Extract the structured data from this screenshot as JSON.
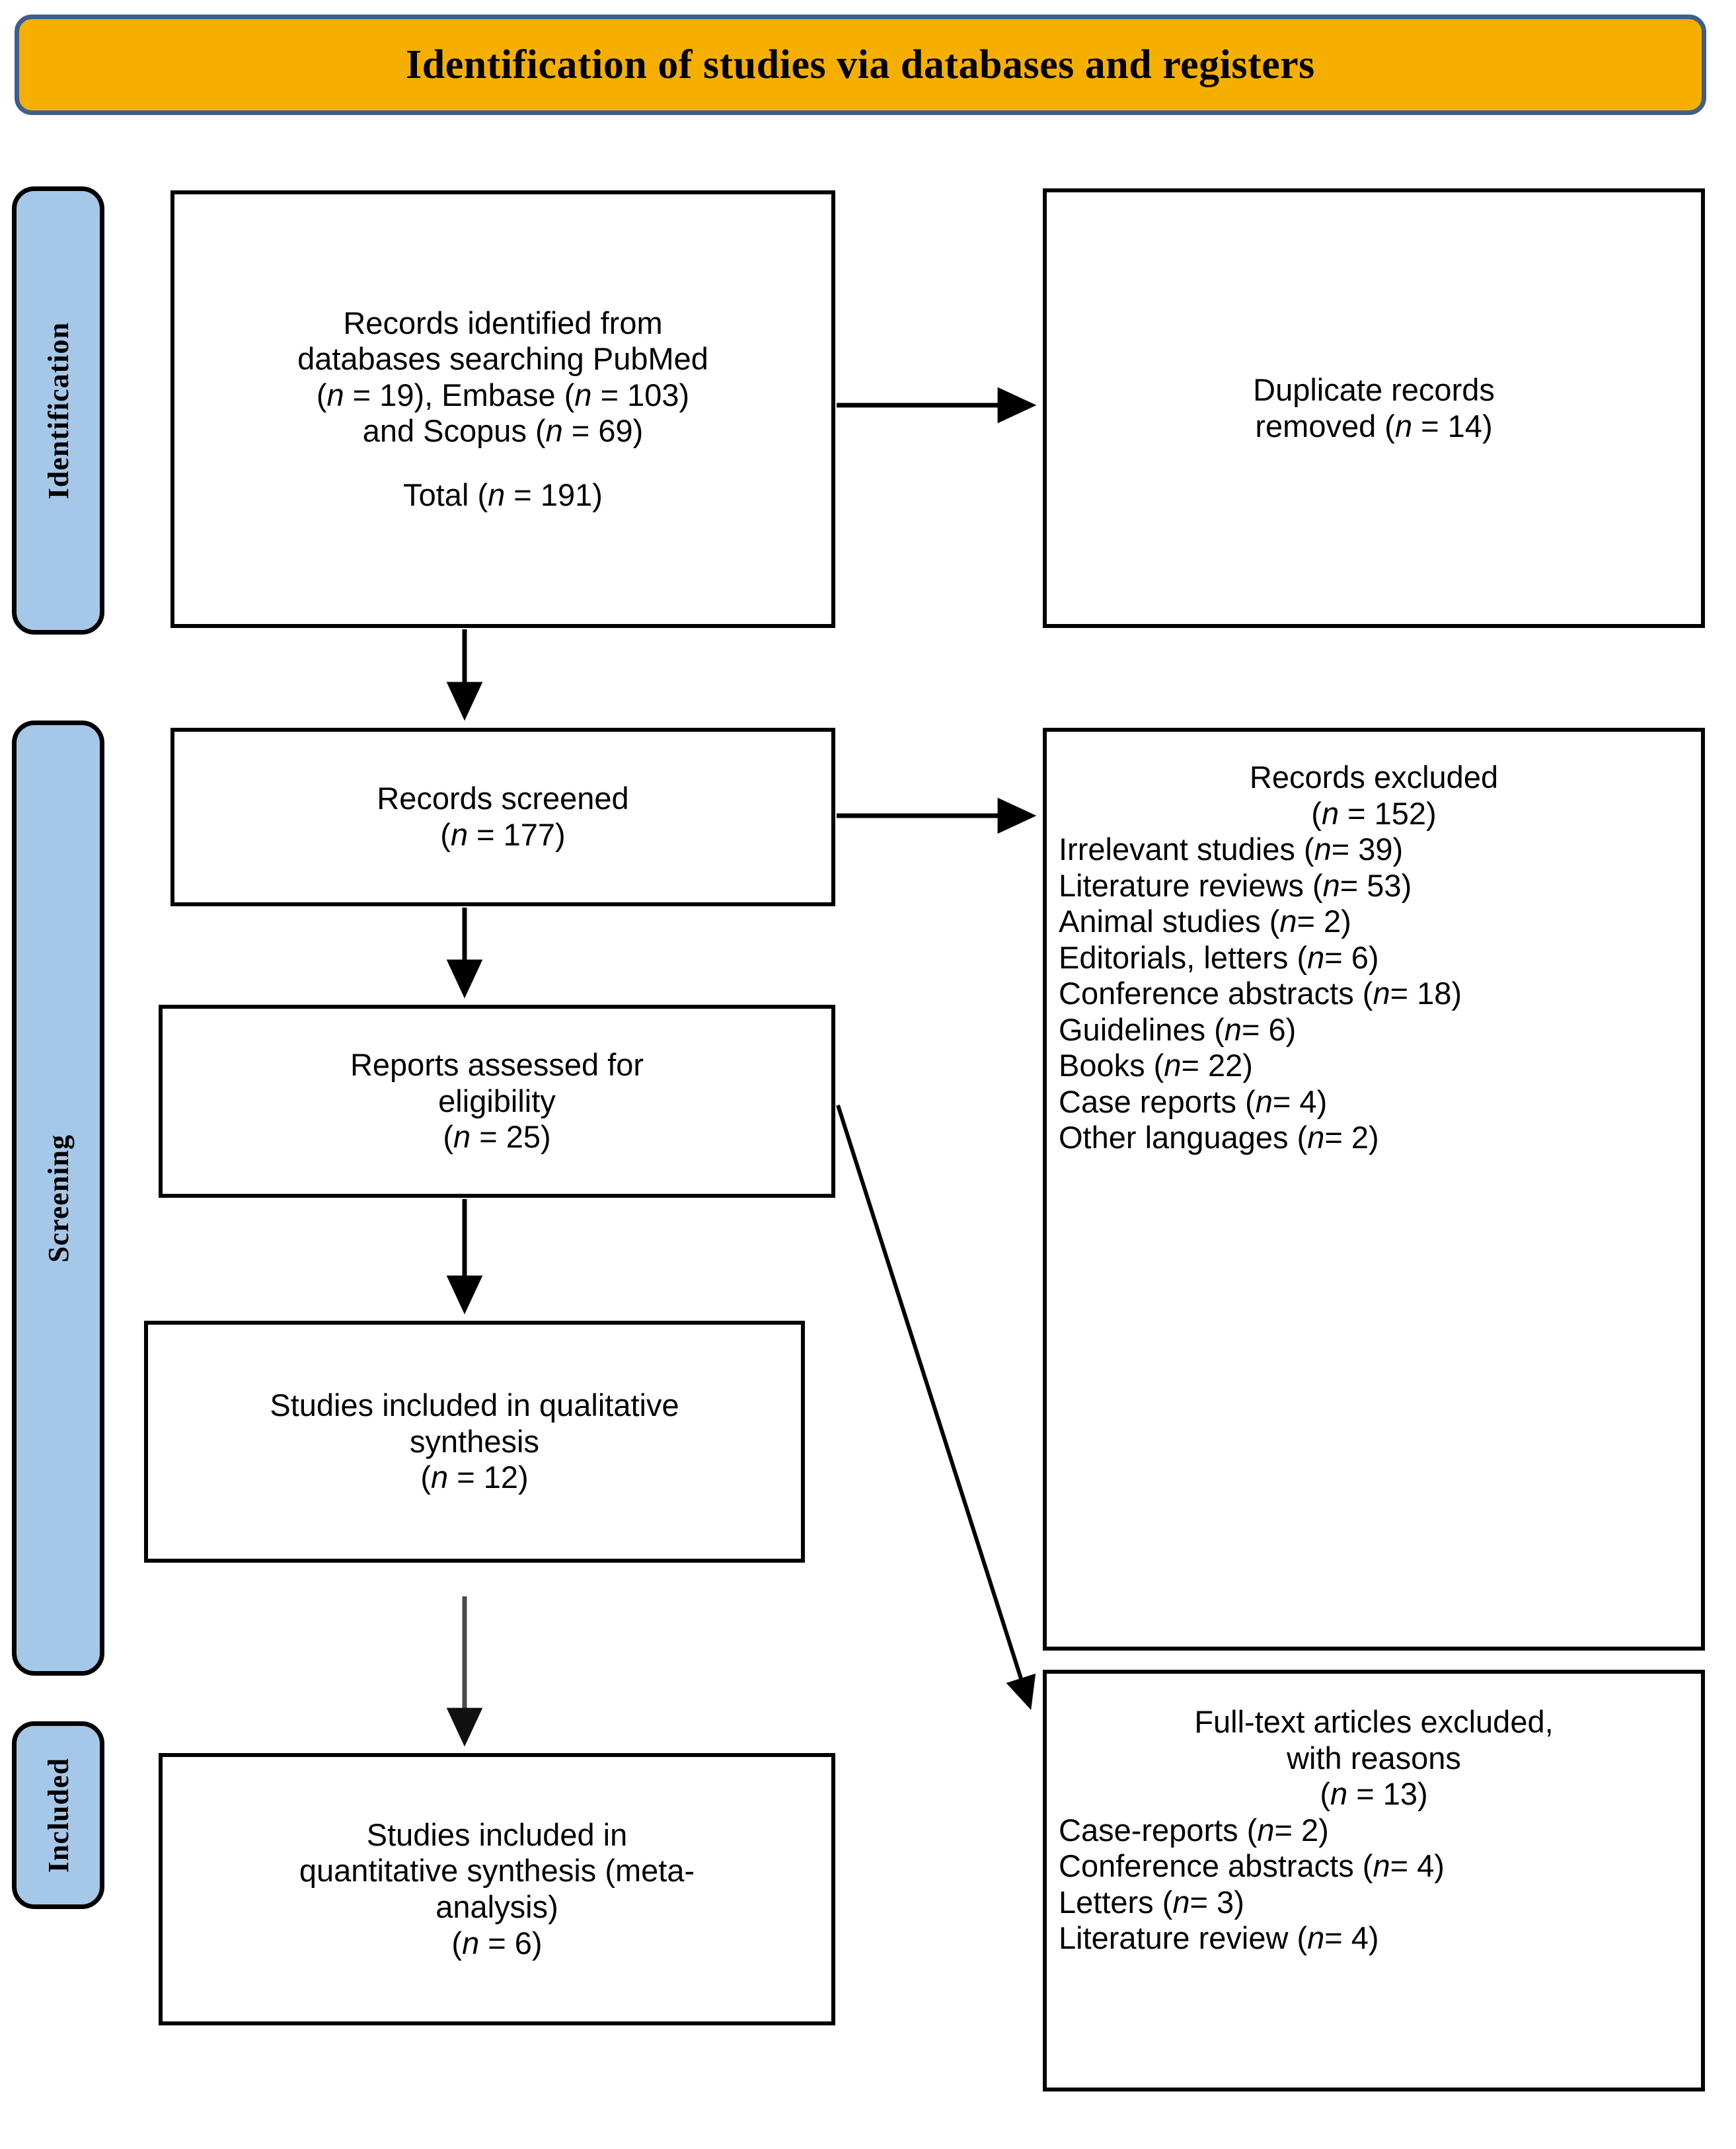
{
  "banner": {
    "title": "Identification of studies via databases and registers",
    "fill": "#F5AF00",
    "border": "#3E5E8E"
  },
  "phases": [
    {
      "id": "identification",
      "label": "Identification",
      "fill": "#A5C8E8"
    },
    {
      "id": "screening",
      "label": "Screening",
      "fill": "#A5C8E8"
    },
    {
      "id": "included",
      "label": "Included",
      "fill": "#A5C8E8"
    }
  ],
  "boxes": {
    "records_identified": {
      "lines": [
        "Records identified from",
        "databases searching PubMed",
        "(<em>n</em> = 19), Embase (<em>n</em> = 103)",
        "and Scopus (<em>n</em> = 69)"
      ],
      "spacer_after": 3,
      "lines_after": [
        "Total (<em>n</em> = 191)"
      ]
    },
    "duplicates_removed": {
      "lines": [
        "Duplicate records",
        "removed (<em>n</em> = 14)"
      ]
    },
    "records_screened": {
      "lines": [
        "Records screened",
        "(<em>n</em> = 177)"
      ]
    },
    "records_excluded": {
      "header": [
        "Records excluded",
        "(<em>n</em> = 152)"
      ],
      "reasons": [
        "Irrelevant  studies (<em>n</em>= 39)",
        "Literature  reviews (<em>n</em>= 53)",
        "Animal studies (<em>n</em>= 2)",
        "Editorials, letters (<em>n</em>= 6)",
        "Conference abstracts (<em>n</em>= 18)",
        "Guidelines (<em>n</em>= 6)",
        "Books (<em>n</em>= 22)",
        "Case reports (<em>n</em>= 4)",
        "Other languages (<em>n</em>= 2)"
      ]
    },
    "reports_assessed": {
      "lines": [
        "Reports assessed for",
        "eligibility",
        "(<em>n</em> = 25)"
      ]
    },
    "qualitative_synthesis": {
      "lines": [
        "Studies included in qualitative",
        "synthesis",
        "(<em>n</em> = 12)"
      ]
    },
    "quantitative_synthesis": {
      "lines": [
        "Studies included in",
        "quantitative synthesis (meta-",
        "analysis)",
        "(<em>n</em> = 6)"
      ]
    },
    "fulltext_excluded": {
      "header": [
        "Full-text articles excluded,",
        "with reasons",
        "(<em>n</em> = 13)"
      ],
      "reasons": [
        "Case-reports (<em>n</em>= 2)",
        "Conference abstracts (<em>n</em>= 4)",
        "Letters (<em>n</em>= 3)",
        "Literature  review (<em>n</em>= 4)"
      ]
    }
  },
  "connectors": [
    {
      "id": "identified-to-duplicates",
      "kind": "horizontal-arrow"
    },
    {
      "id": "identified-to-screened",
      "kind": "vertical-arrow"
    },
    {
      "id": "screened-to-excluded",
      "kind": "horizontal-arrow"
    },
    {
      "id": "screened-to-assessed",
      "kind": "vertical-arrow"
    },
    {
      "id": "assessed-to-qualitative",
      "kind": "vertical-arrow"
    },
    {
      "id": "assessed-to-fulltext",
      "kind": "diagonal-arrow"
    },
    {
      "id": "qualitative-to-quantitative",
      "kind": "vertical-arrow-gray"
    }
  ]
}
